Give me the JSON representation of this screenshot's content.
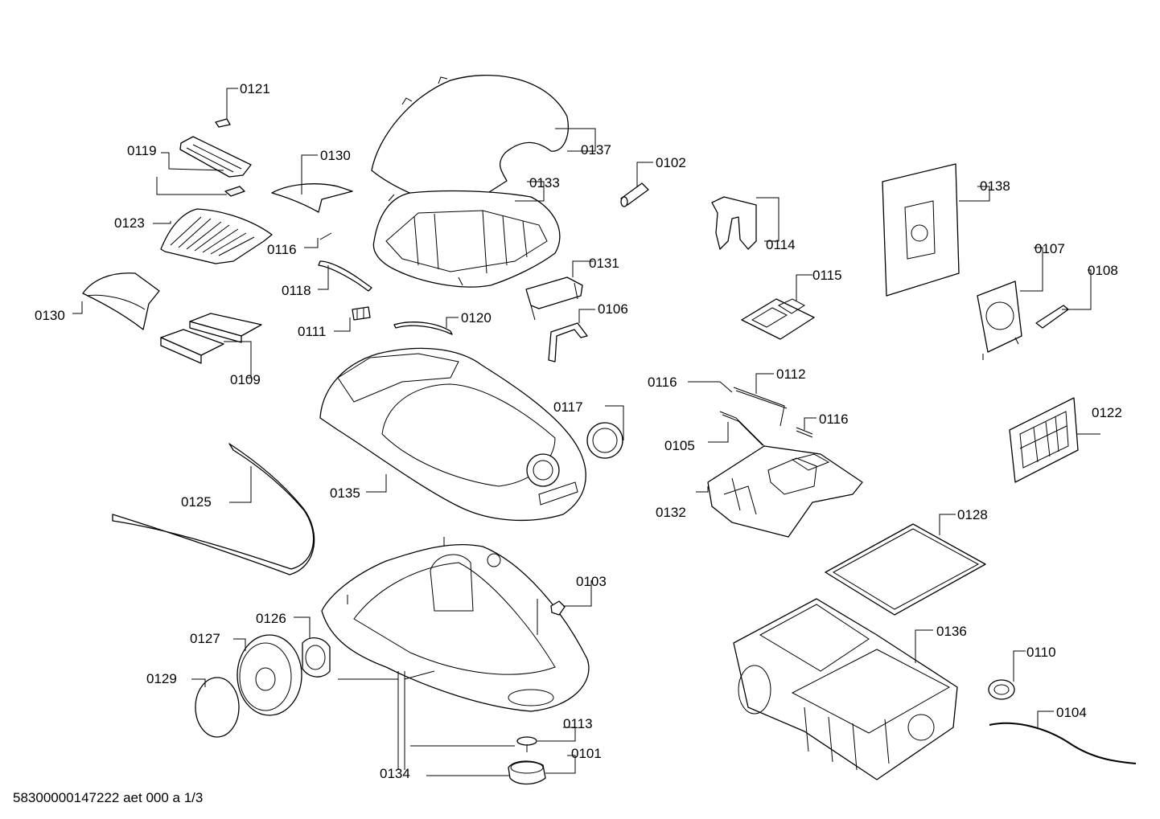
{
  "parts": {
    "p0101": "0101",
    "p0102": "0102",
    "p0103": "0103",
    "p0104": "0104",
    "p0105": "0105",
    "p0106": "0106",
    "p0107": "0107",
    "p0108": "0108",
    "p0109": "0109",
    "p0110": "0110",
    "p0111": "0111",
    "p0112": "0112",
    "p0113": "0113",
    "p0114": "0114",
    "p0115": "0115",
    "p0116": "0116",
    "p0117": "0117",
    "p0118": "0118",
    "p0119": "0119",
    "p0120": "0120",
    "p0121": "0121",
    "p0122": "0122",
    "p0123": "0123",
    "p0125": "0125",
    "p0126": "0126",
    "p0127": "0127",
    "p0128": "0128",
    "p0129": "0129",
    "p0130": "0130",
    "p0131": "0131",
    "p0132": "0132",
    "p0133": "0133",
    "p0134": "0134",
    "p0135": "0135",
    "p0136": "0136",
    "p0137": "0137",
    "p0138": "0138"
  },
  "footer": "58300000147222 aet 000 a 1/3"
}
